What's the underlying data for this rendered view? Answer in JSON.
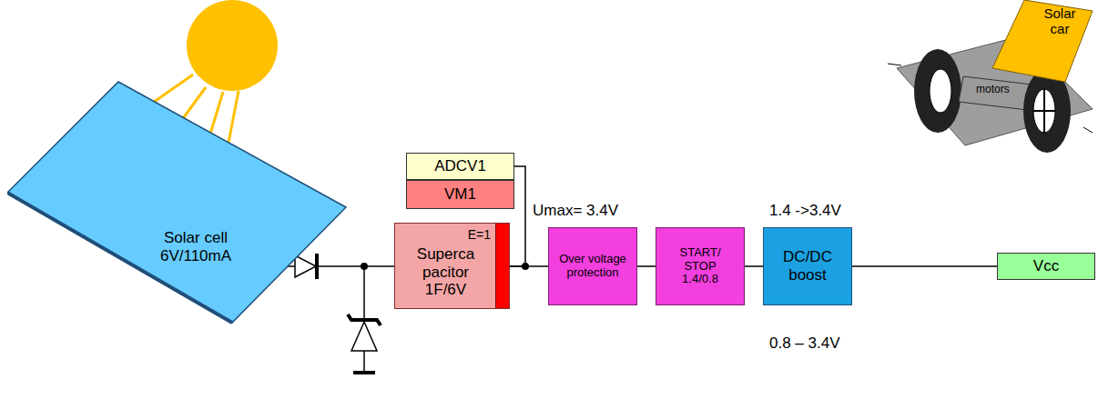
{
  "diagram": {
    "nodes": [
      {
        "text": [
          "Solar cell 6V/110mA"
        ]
      },
      {
        "text": [
          "ADCV1"
        ]
      },
      {
        "text": [
          "VM1"
        ]
      },
      {
        "text": [
          "E=1",
          "Superca pacitor 1F/6V"
        ]
      },
      {
        "text": [
          "Over voltage protection"
        ]
      },
      {
        "text": [
          "START/ STOP 1.4/0.8"
        ]
      },
      {
        "text": [
          "DC/DC boost"
        ]
      },
      {
        "text": [
          "Vcc"
        ]
      }
    ],
    "edges": [
      {
        "from": 0,
        "to": 3,
        "arrow": "none"
      },
      {
        "from": 1,
        "to": 3,
        "arrow": "none"
      },
      {
        "from": 3,
        "to": 4,
        "arrow": "none"
      },
      {
        "from": 4,
        "to": 5,
        "arrow": "none"
      },
      {
        "from": 5,
        "to": 6,
        "arrow": "none"
      },
      {
        "from": 6,
        "to": 7,
        "arrow": "none"
      }
    ],
    "labels": [
      "Umax= 3.4V",
      "1.4 ->3.4V",
      "0.8 – 3.4V",
      "Solar car",
      "motors"
    ]
  }
}
